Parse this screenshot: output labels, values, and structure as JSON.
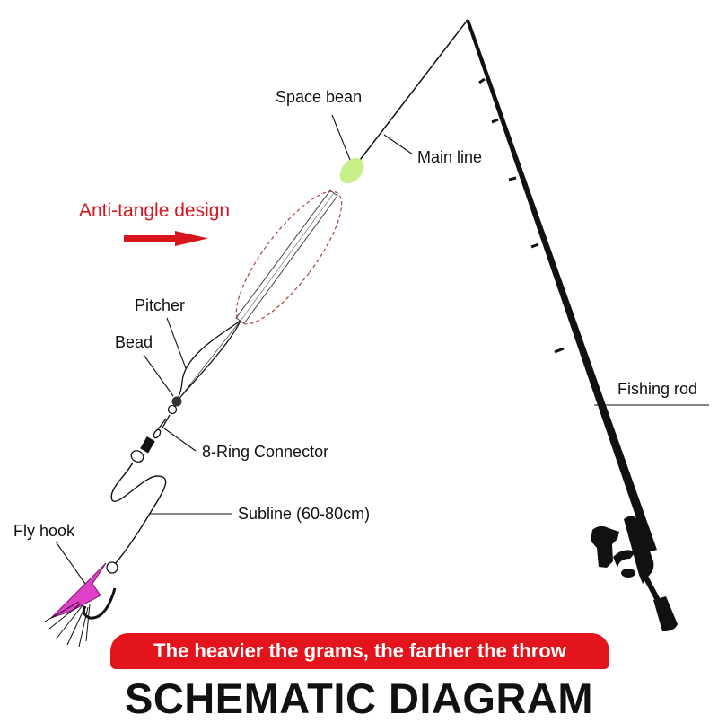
{
  "labels": {
    "space_bean": "Space bean",
    "main_line": "Main line",
    "anti_tangle": "Anti-tangle design",
    "pitcher": "Pitcher",
    "bead": "Bead",
    "connector": "8-Ring Connector",
    "subline": "Subline (60-80cm)",
    "fly_hook": "Fly hook",
    "fishing_rod": "Fishing rod"
  },
  "banner": "The heavier the grams, the farther the throw",
  "title": "SCHEMATIC DIAGRAM",
  "colors": {
    "accent": "#e3141b",
    "bean": "#c8f08a",
    "fly": "#e040c8"
  }
}
